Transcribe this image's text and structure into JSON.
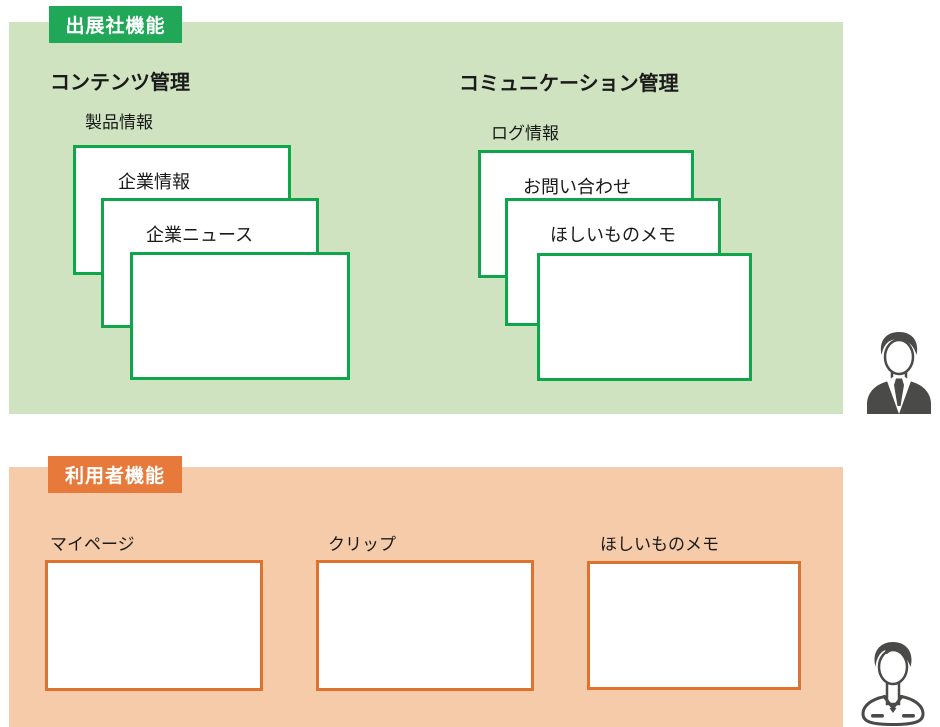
{
  "colors": {
    "green_badge": "#20A757",
    "green_border": "#0FA64B",
    "green_panel": "#CFE3C0",
    "orange_badge": "#E7793A",
    "orange_border": "#DE722F",
    "orange_panel": "#F6CBA9",
    "icon_gray": "#4A4A48",
    "text": "#1A1A1A"
  },
  "exhibitor": {
    "badge_label": "出展社機能",
    "groups": [
      {
        "heading": "コンテンツ管理",
        "sub_label": "製品情報",
        "cards": [
          {
            "label": "企業情報"
          },
          {
            "label": "企業ニュース"
          },
          {
            "label": ""
          }
        ]
      },
      {
        "heading": "コミュニケーション管理",
        "sub_label": "ログ情報",
        "cards": [
          {
            "label": "お問い合わせ"
          },
          {
            "label": "ほしいものメモ"
          },
          {
            "label": ""
          }
        ]
      }
    ],
    "person_icon": "businessman-icon"
  },
  "user": {
    "badge_label": "利用者機能",
    "cards": [
      {
        "label": "マイページ"
      },
      {
        "label": "クリップ"
      },
      {
        "label": "ほしいものメモ"
      }
    ],
    "person_icon": "casual-person-icon"
  }
}
